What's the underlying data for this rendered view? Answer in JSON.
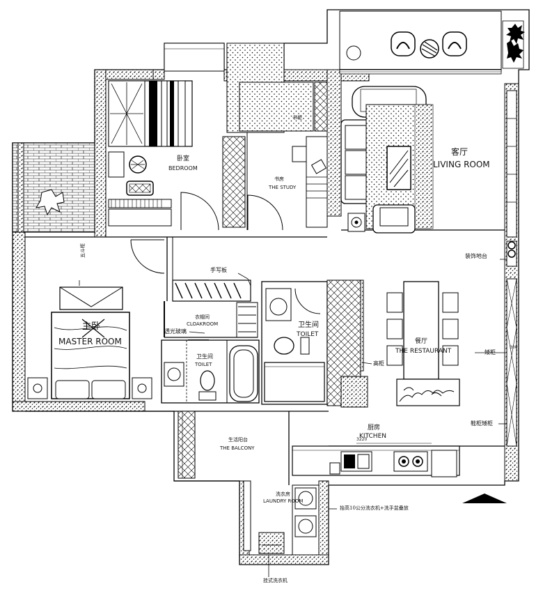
{
  "labels": {
    "living_cn": "客厅",
    "living_en": "LIVING ROOM",
    "bedroom_cn": "卧室",
    "bedroom_en": "BEDROOM",
    "study_cn": "书房",
    "study_en": "THE STUDY",
    "master_cn": "主卧",
    "master_en": "MASTER ROOM",
    "toilet1_cn": "卫生间",
    "toilet1_en": "TOILET",
    "toilet2_cn": "卫生间",
    "toilet2_en": "TOILET",
    "cloak_cn": "衣帽间",
    "cloak_en": "CLOAKROOM",
    "restaurant_cn": "餐厅",
    "restaurant_en": "THE RESTAURANT",
    "kitchen_cn": "厨房",
    "kitchen_en": "KITCHEN",
    "balcony_cn": "生活阳台",
    "balcony_en": "THE BALCONY",
    "laundry_cn": "洗衣房",
    "laundry_en": "LAUNDRY ROOM"
  },
  "annotations": {
    "handwriting_board": "手写板",
    "glass": "透光玻璃",
    "chest": "五斗柜",
    "decor_base": "装饰地台",
    "cabinet": "矮柜",
    "shoe_cabinet": "鞋柜矮柜",
    "tall_cabinet": "高柜",
    "washer_note": "抬高10公分洗衣机+洗手盆叠放",
    "wall_washer": "挂式洗衣机",
    "study_tag": "书柜",
    "dim_kitchen": "3220",
    "dim_cabinet": "300"
  },
  "icons": [
    "north-arrow-icon",
    "sink-icon",
    "toilet-icon",
    "bathtub-icon",
    "bed-icon",
    "sofa-icon",
    "armchair-icon",
    "stove-icon",
    "washer-icon",
    "plant-icon"
  ],
  "colors": {
    "wall": "#000000",
    "background": "#ffffff"
  }
}
